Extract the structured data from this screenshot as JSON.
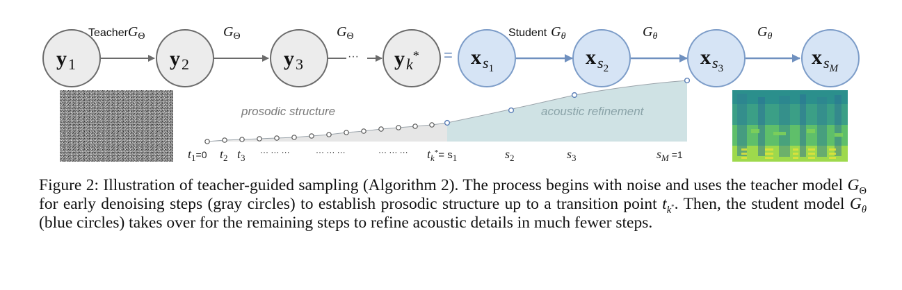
{
  "figure": {
    "teacher_nodes": [
      {
        "base": "y",
        "sub": "1",
        "sup": ""
      },
      {
        "base": "y",
        "sub": "2",
        "sup": ""
      },
      {
        "base": "y",
        "sub": "3",
        "sup": ""
      },
      {
        "base": "y",
        "sub": "k",
        "sup": "*"
      }
    ],
    "student_nodes": [
      {
        "base": "x",
        "sub": "s",
        "subsub": "1"
      },
      {
        "base": "x",
        "sub": "s",
        "subsub": "2"
      },
      {
        "base": "x",
        "sub": "s",
        "subsub": "3"
      },
      {
        "base": "x",
        "sub": "s",
        "subsub": "M"
      }
    ],
    "equals_sign": "=",
    "ellipsis": "···",
    "teacher_label_word": "Teacher",
    "teacher_symbol": "G",
    "teacher_symbol_sub": "Θ",
    "student_label_word": "Student",
    "student_symbol": "G",
    "student_symbol_sub": "θ",
    "prosodic_label": "prosodic structure",
    "acoustic_label": "acoustic refinement",
    "timeline_labels": {
      "t1": {
        "base": "t",
        "sub": "1",
        "suffix": "=0"
      },
      "t2": {
        "base": "t",
        "sub": "2"
      },
      "t3": {
        "base": "t",
        "sub": "3"
      },
      "dots1": "··· ··· ···",
      "dots2": "··· ··· ···",
      "dots3": "··· ··· ···",
      "tk": {
        "base": "t",
        "sub": "k",
        "sup": "*",
        "suffix": "= s",
        "suffix_sub": "1"
      },
      "s2": {
        "base": "s",
        "sub": "2"
      },
      "s3": {
        "base": "s",
        "sub": "3"
      },
      "sM": {
        "base": "s",
        "sub": "M",
        "suffix": " =1"
      }
    },
    "colors": {
      "teacher_fill": "#ececec",
      "teacher_stroke": "#6b6b6b",
      "student_fill": "#d6e4f5",
      "student_stroke": "#7c9cc8",
      "teacher_arrow": "#6b6b6b",
      "student_arrow": "#6f90bf",
      "prosodic_area": "#e6e6e6",
      "acoustic_area": "#cfe2e4"
    }
  },
  "caption": {
    "p1": "Figure 2: Illustration of teacher-guided sampling (Algorithm 2). The process begins with noise and uses the teacher model ",
    "p2": " for early denoising steps (gray circles) to establish prosodic structure up to a transition point ",
    "p3": ". Then, the student model ",
    "p4": " (blue circles) takes over for the remaining steps to refine acoustic details in much fewer steps.",
    "g1": "G",
    "g1_sub": "Θ",
    "tk": "t",
    "tk_sub": "k",
    "tk_sup": "*",
    "g2": "G",
    "g2_sub": "θ"
  }
}
